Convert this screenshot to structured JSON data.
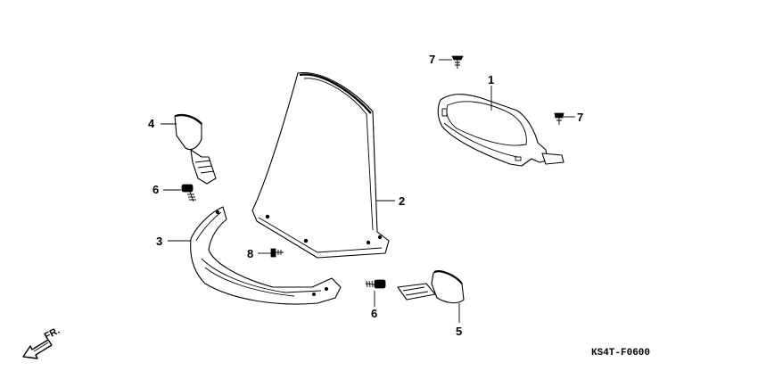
{
  "callouts": {
    "c1": "1",
    "c2": "2",
    "c3": "3",
    "c4": "4",
    "c5": "5",
    "c6a": "6",
    "c6b": "6",
    "c7a": "7",
    "c7b": "7",
    "c8": "8"
  },
  "front_label": "FR.",
  "diagram_code": "KS4T-F0600"
}
